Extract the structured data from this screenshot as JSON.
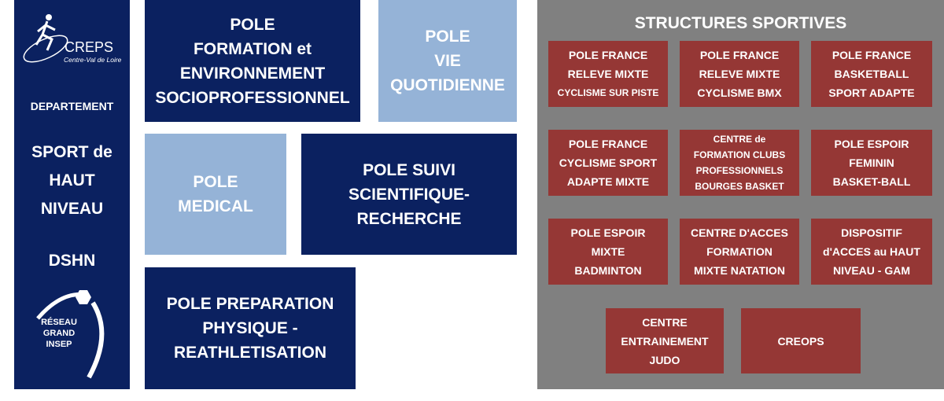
{
  "sidebar": {
    "logo_title": "CREPS",
    "logo_subtitle": "Centre-Val de Loire",
    "departement": "DEPARTEMENT",
    "title": "SPORT de\nHAUT\nNIVEAU",
    "dshn": "DSHN",
    "insep_logo": "RÉSEAU\nGRAND\nINSEP"
  },
  "poles": {
    "formation": "POLE\nFORMATION et\nENVIRONNEMENT\nSOCIOPROFESSIONNEL",
    "vie": "POLE\nVIE\nQUOTIDIENNE",
    "medical": "POLE\nMEDICAL",
    "suivi": "POLE SUIVI\nSCIENTIFIQUE-\nRECHERCHE",
    "preparation": "POLE PREPARATION\nPHYSIQUE -\nREATHLETISATION"
  },
  "structures": {
    "title": "STRUCTURES SPORTIVES",
    "items": [
      "POLE FRANCE\nRELEVE MIXTE\nCYCLISME SUR PISTE",
      "POLE FRANCE\nRELEVE MIXTE\nCYCLISME BMX",
      "POLE FRANCE\nBASKETBALL\nSPORT ADAPTE",
      "POLE FRANCE\nCYCLISME SPORT\nADAPTE MIXTE",
      "CENTRE de\nFORMATION CLUBS\nPROFESSIONNELS\nBOURGES BASKET",
      "POLE ESPOIR\nFEMININ\nBASKET-BALL",
      "POLE ESPOIR\nMIXTE\nBADMINTON",
      "CENTRE D'ACCES\nFORMATION\nMIXTE NATATION",
      "DISPOSITIF\nd'ACCES au HAUT\nNIVEAU - GAM",
      "CENTRE\nENTRAINEMENT\nJUDO",
      "CREOPS"
    ]
  },
  "colors": {
    "navy": "#0b2160",
    "light": "#95b3d7",
    "gray": "#808080",
    "red": "#953735"
  }
}
